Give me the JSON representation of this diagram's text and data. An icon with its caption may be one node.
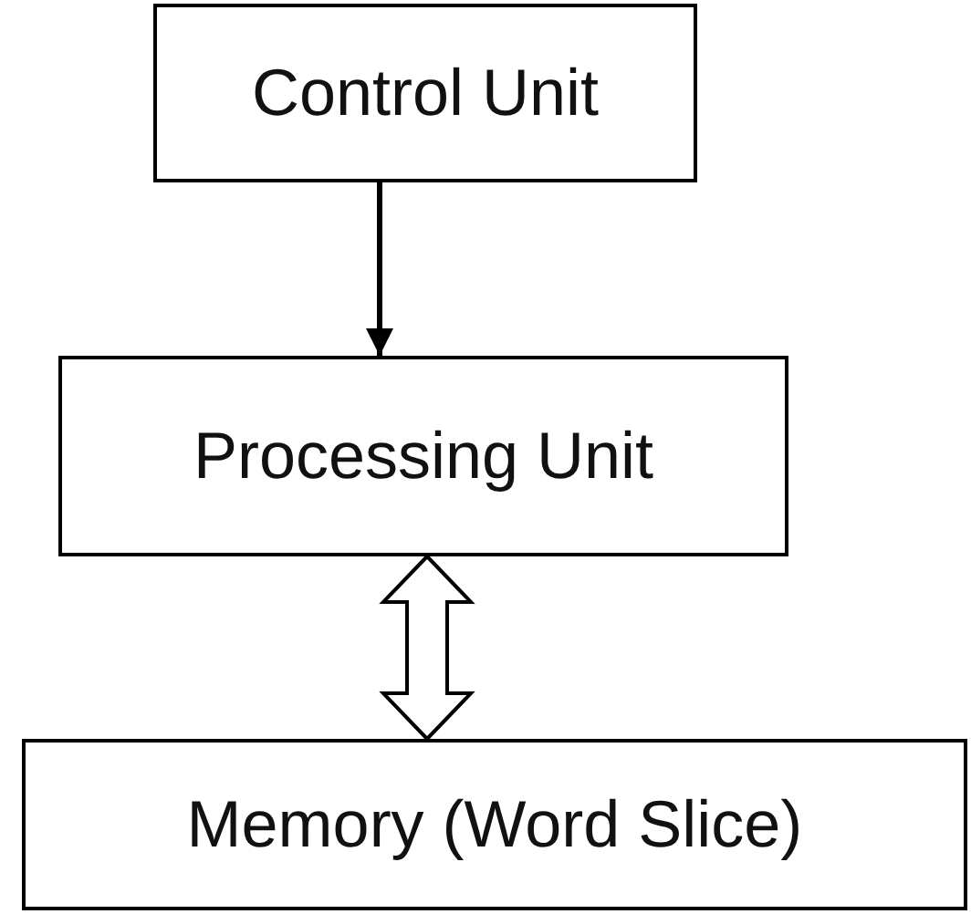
{
  "diagram": {
    "nodes": [
      {
        "text": [
          "Control Unit"
        ]
      },
      {
        "text": [
          "Processing Unit"
        ]
      },
      {
        "text": [
          "Memory (Word Slice)"
        ]
      }
    ],
    "edges": [
      {
        "from": 0,
        "to": 1,
        "arrow": "to"
      },
      {
        "from": 1,
        "to": 2,
        "arrow": "both",
        "style": "thick"
      }
    ]
  }
}
